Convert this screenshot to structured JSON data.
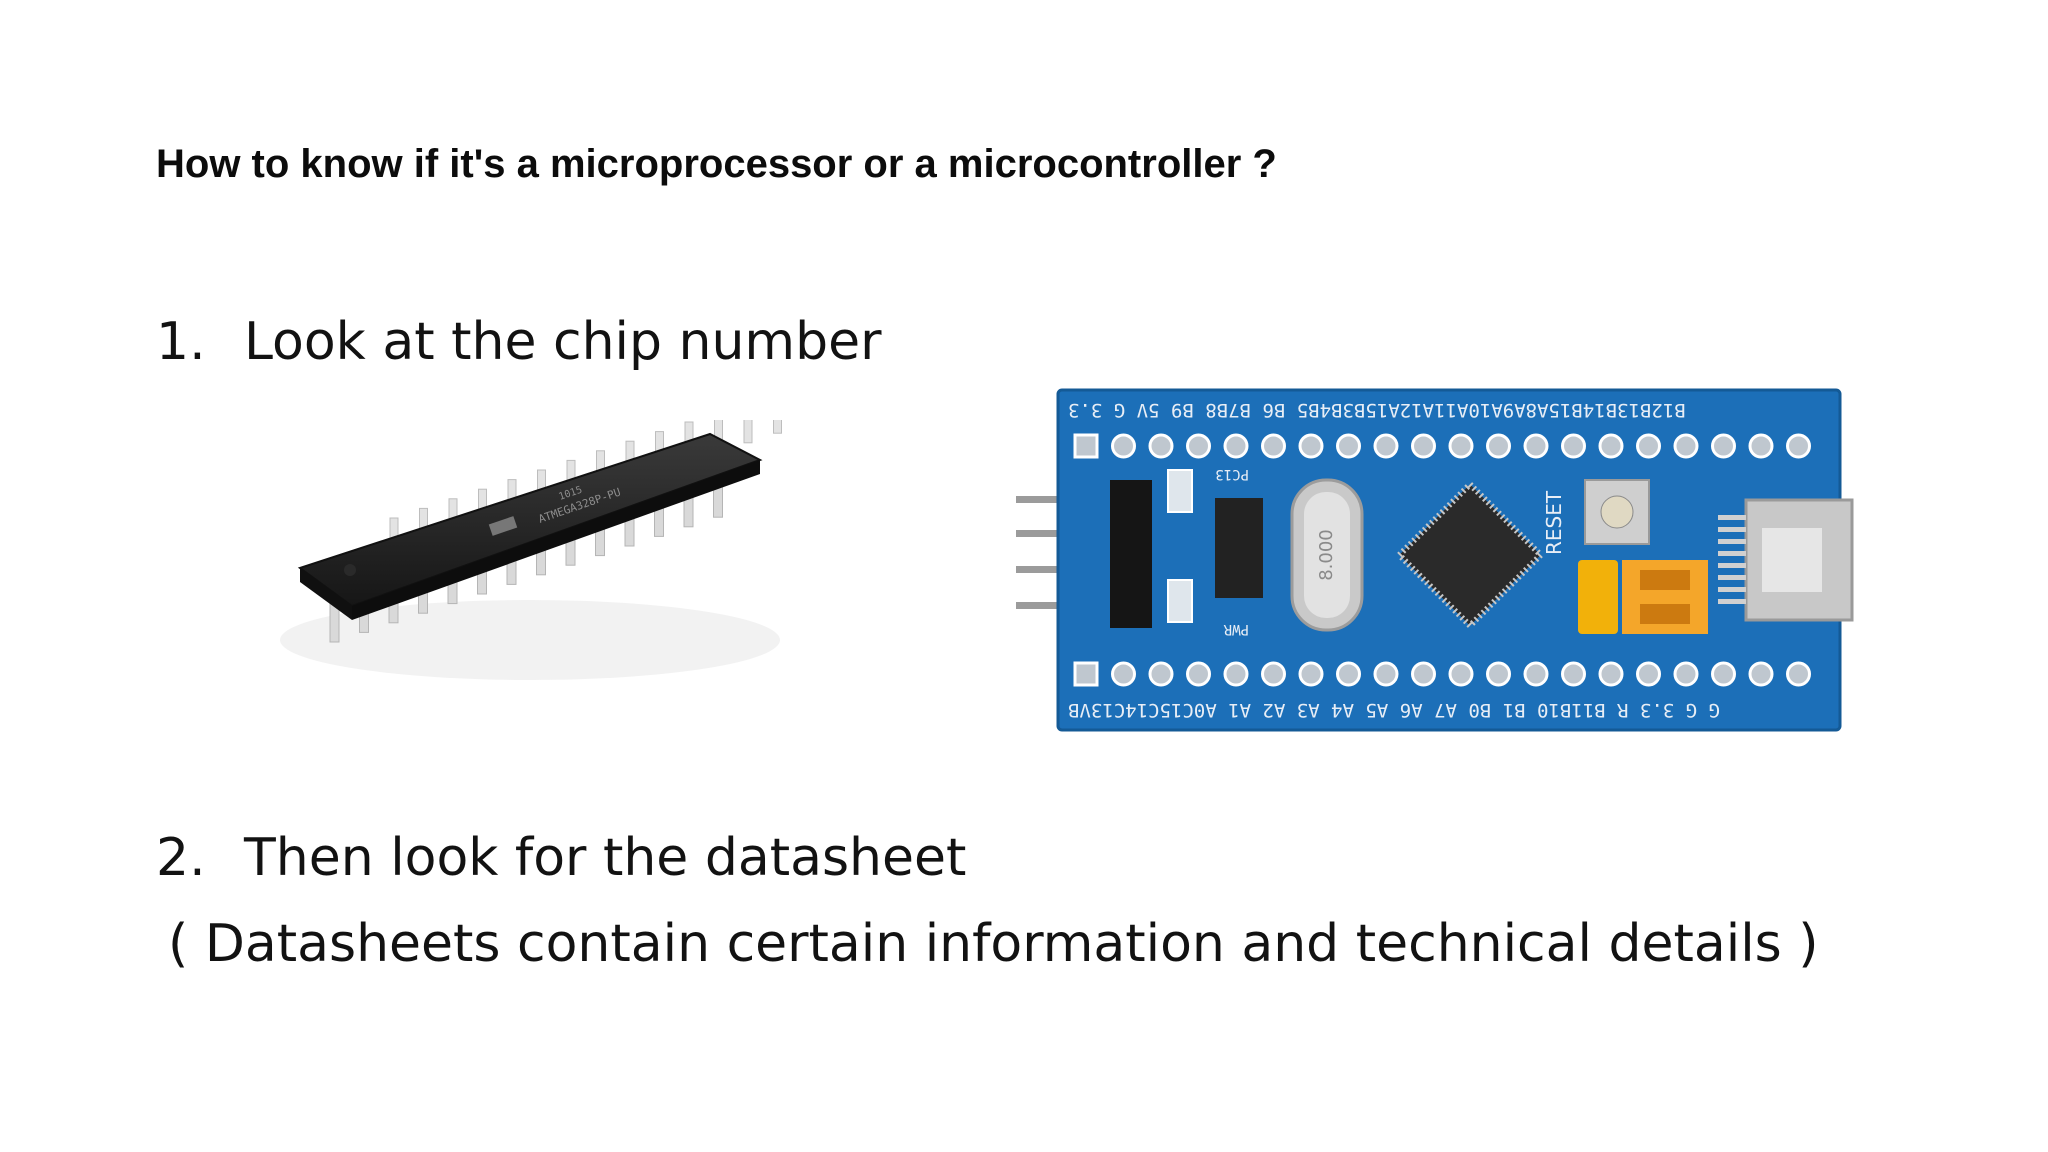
{
  "slide": {
    "title": "How to know if it's a microprocessor or a microcontroller ?",
    "items": [
      {
        "number": "1.",
        "text": "Look at the chip number"
      },
      {
        "number": "2.",
        "text": "Then look for the datasheet"
      }
    ],
    "note": "( Datasheets contain certain information and technical details )"
  },
  "images": {
    "dip_chip": {
      "icon": "dip-ic-chip-photo"
    },
    "dev_board": {
      "icon": "stm32-blue-pill-board-photo",
      "top_header_labels": "B12B13B14B15A8A9A10A11A12A15B3B4B5 B6 B7B8 B9 5V G 3.3",
      "bottom_header_labels": "G G 3.3 R B11B10 B1 B0 A7 A6 A5 A4 A3 A2 A1 A0C15C14C13VB",
      "reset_label": "RESET",
      "pc13_label": "PC13",
      "pwr_label": "PWR",
      "crystal_label": "8.000"
    }
  },
  "colors": {
    "board_blue": "#1c6fb8",
    "chip_black": "#1e1e1e",
    "jumper_yellow": "#f2b10a"
  }
}
